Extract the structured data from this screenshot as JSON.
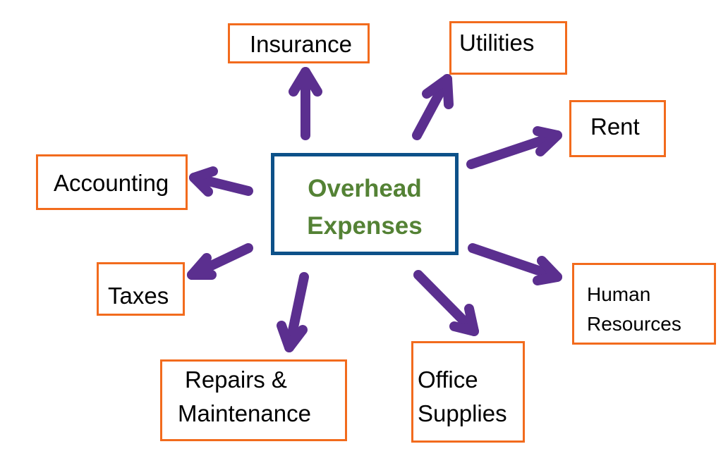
{
  "diagram": {
    "center": {
      "line1": "Overhead",
      "line2": "Expenses"
    },
    "nodes": {
      "insurance": {
        "label": "Insurance"
      },
      "utilities": {
        "label": "Utilities"
      },
      "rent": {
        "label": "Rent"
      },
      "accounting": {
        "label": "Accounting"
      },
      "taxes": {
        "label": "Taxes"
      },
      "human_resources": {
        "line1": "Human",
        "line2": "Resources"
      },
      "repairs": {
        "line1": "Repairs &",
        "line2": "Maintenance"
      },
      "office_supplies": {
        "line1": "Office",
        "line2": "Supplies"
      }
    },
    "colors": {
      "node_border": "#f26b1d",
      "center_border": "#0d5189",
      "center_text": "#548235",
      "arrow": "#5b2f8f"
    }
  }
}
